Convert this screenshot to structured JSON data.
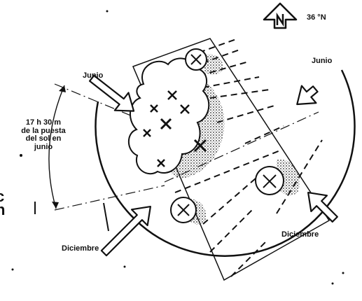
{
  "diagram": {
    "north_label": "36 °N",
    "label_junio_left": "Junio",
    "label_junio_right": "Junio",
    "label_diciembre_left": "Diciembre",
    "label_diciembre_right": "Diciembre",
    "annotation_line1": "17 h 30 m",
    "annotation_line2": "de la puesta",
    "annotation_line3": "del sol en",
    "annotation_line4": "junio",
    "edge_fragment": "c\nn"
  },
  "colors": {
    "ink": "#111111",
    "background": "#ffffff"
  },
  "icons": [
    "north-arrow-icon",
    "tree-icon",
    "sun-direction-arrow-icon"
  ]
}
